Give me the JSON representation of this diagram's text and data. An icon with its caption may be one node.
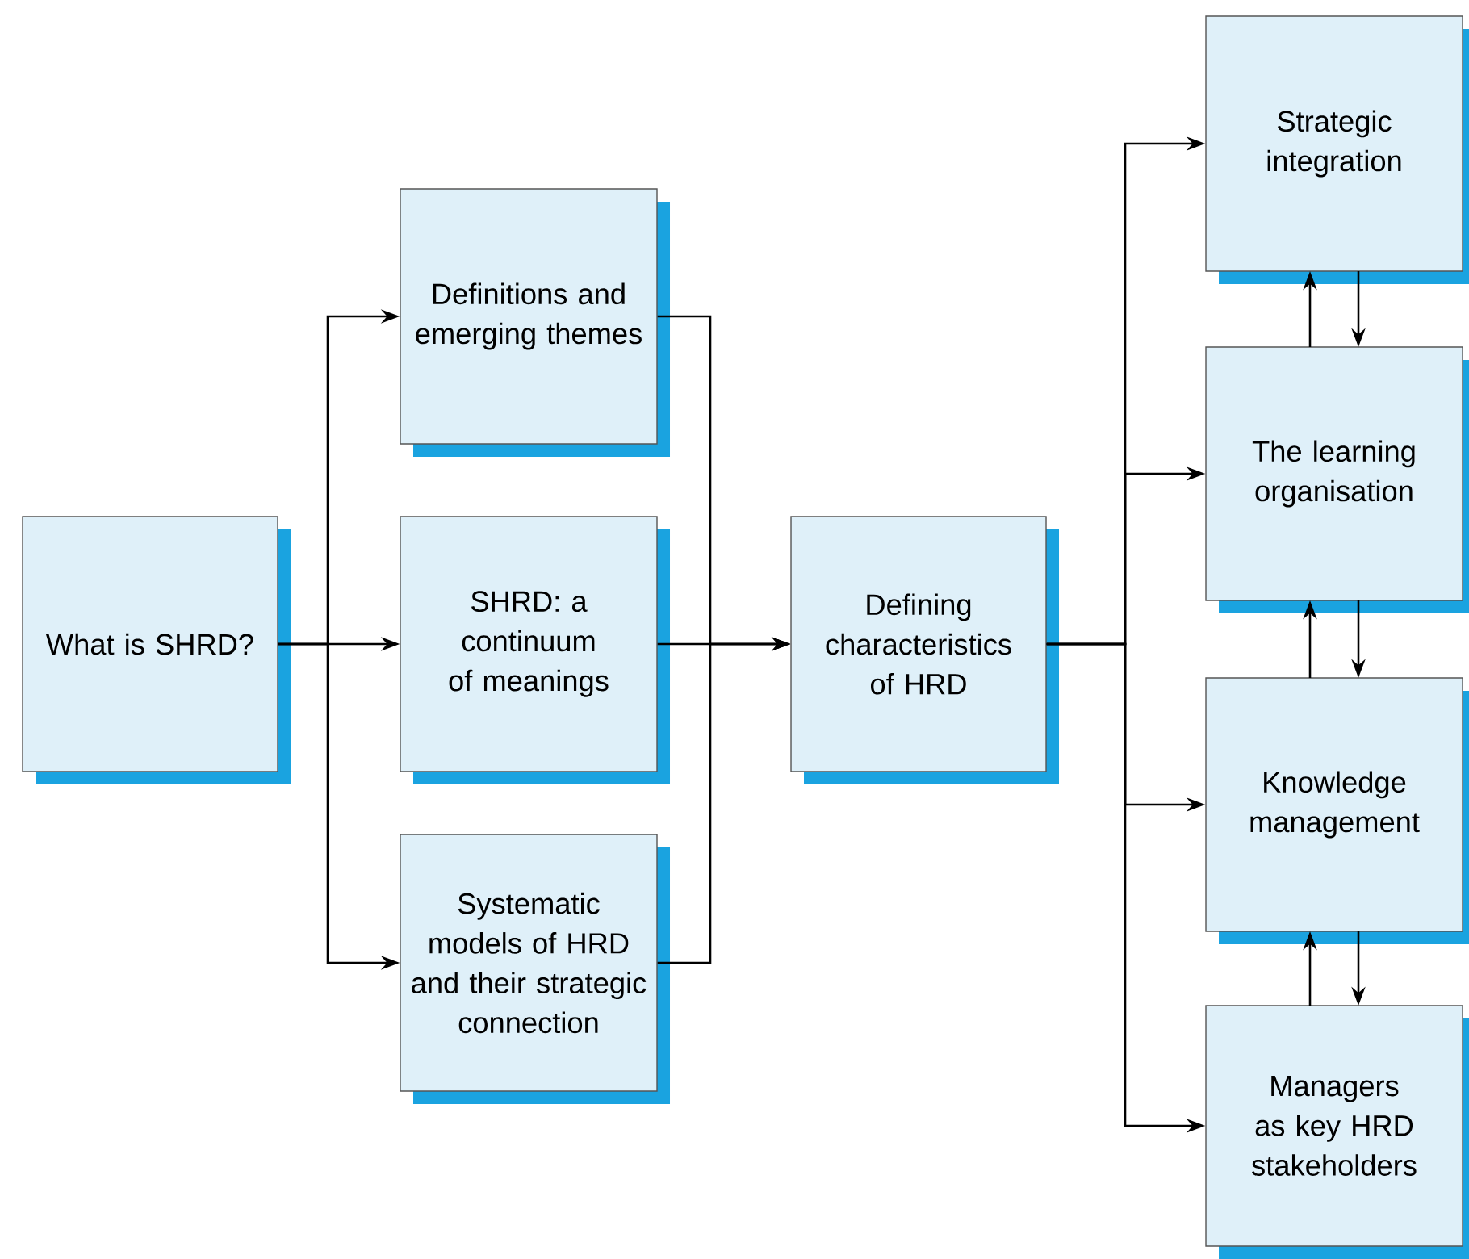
{
  "diagram": {
    "nodes": [
      {
        "text": [
          "What is SHRD?"
        ]
      },
      {
        "text": [
          "Definitions and emerging themes"
        ]
      },
      {
        "text": [
          "SHRD: a continuum of meanings"
        ]
      },
      {
        "text": [
          "Systematic models of HRD and their strategic connection"
        ]
      },
      {
        "text": [
          "Defining characteristics of HRD"
        ]
      },
      {
        "text": [
          "Strategic integration"
        ]
      },
      {
        "text": [
          "The learning organisation"
        ]
      },
      {
        "text": [
          "Knowledge management"
        ]
      },
      {
        "text": [
          "Managers as key HRD stakeholders"
        ]
      }
    ],
    "edges": [
      {
        "from": 0,
        "to": 1,
        "arrow": "to"
      },
      {
        "from": 0,
        "to": 2,
        "arrow": "to"
      },
      {
        "from": 0,
        "to": 3,
        "arrow": "to"
      },
      {
        "from": 1,
        "to": 4,
        "arrow": "to"
      },
      {
        "from": 2,
        "to": 4,
        "arrow": "to"
      },
      {
        "from": 3,
        "to": 4,
        "arrow": "to"
      },
      {
        "from": 4,
        "to": 5,
        "arrow": "to"
      },
      {
        "from": 4,
        "to": 6,
        "arrow": "to"
      },
      {
        "from": 4,
        "to": 7,
        "arrow": "to"
      },
      {
        "from": 4,
        "to": 8,
        "arrow": "to"
      },
      {
        "from": 6,
        "to": 5,
        "arrow": "to"
      },
      {
        "from": 5,
        "to": 6,
        "arrow": "to"
      },
      {
        "from": 7,
        "to": 6,
        "arrow": "to"
      },
      {
        "from": 6,
        "to": 7,
        "arrow": "to"
      },
      {
        "from": 8,
        "to": 7,
        "arrow": "to"
      },
      {
        "from": 7,
        "to": 8,
        "arrow": "to"
      }
    ]
  }
}
